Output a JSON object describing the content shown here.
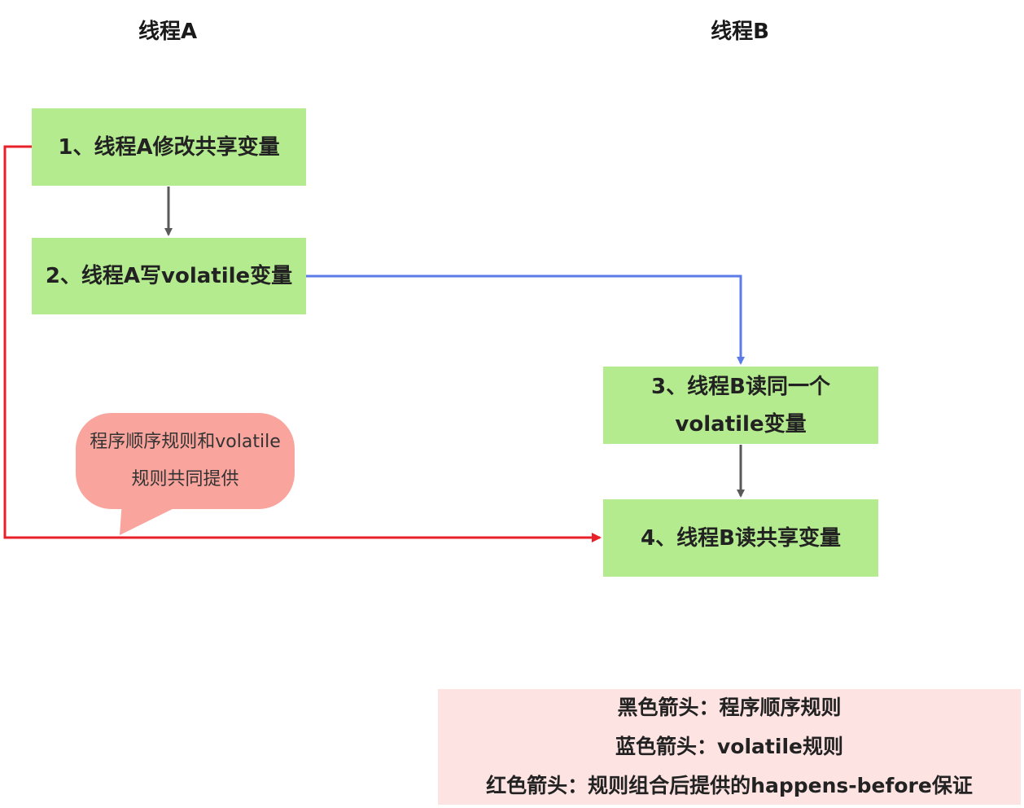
{
  "columns": {
    "thread_a": "线程A",
    "thread_b": "线程B"
  },
  "steps": {
    "step1": "1、线程A修改共享变量",
    "step2": "2、线程A写volatile变量",
    "step3_line1": "3、线程B读同一个",
    "step3_line2": "volatile变量",
    "step4": "4、线程B读共享变量"
  },
  "bubble": {
    "line1": "程序顺序规则和volatile",
    "line2": "规则共同提供"
  },
  "legend": {
    "black": "黑色箭头：程序顺序规则",
    "blue": "蓝色箭头：volatile规则",
    "red": "红色箭头：规则组合后提供的happens-before保证"
  },
  "colors": {
    "step_fill": "#b4eb8f",
    "black_arrow": "#595959",
    "blue_arrow": "#5b7be8",
    "red_arrow": "#e8202a",
    "bubble_fill": "#f9a49c",
    "legend_fill": "#fde4e3"
  }
}
